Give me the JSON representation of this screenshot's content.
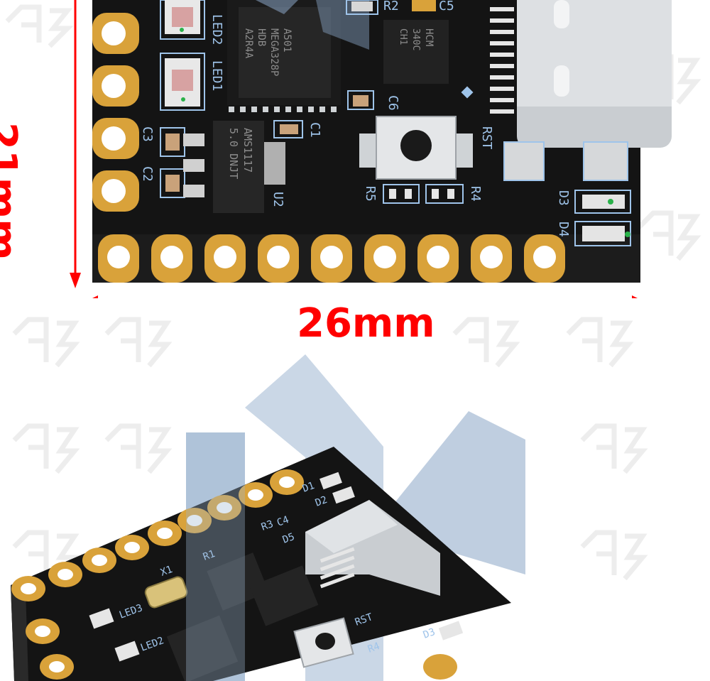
{
  "dimensions": {
    "width": "26mm",
    "height": "21mm"
  },
  "top_board": {
    "mcu_marking": [
      "A501",
      "MEGA328P",
      "HDB",
      "A2R4A"
    ],
    "usb_chip_marking": [
      "HCM",
      "340C",
      "CH1"
    ],
    "regulator_marking": [
      "AMS1117",
      "5.0 DNJT"
    ],
    "labels": {
      "led2": "LED2",
      "led1": "LED1",
      "r2": "R2",
      "c5": "C5",
      "c6": "C6",
      "c1": "C1",
      "c3": "C3",
      "c2": "C2",
      "u2": "U2",
      "rst": "RST",
      "r5": "R5",
      "r4": "R4",
      "d3": "D3",
      "d4": "D4"
    }
  },
  "bottom_board": {
    "labels": {
      "led3": "LED3",
      "led2": "LED2",
      "rst": "RST",
      "d1": "D1",
      "d2": "D2",
      "d3": "D3",
      "r3": "R3",
      "x1": "X1",
      "c4": "C4",
      "d5": "D5",
      "r4": "R4",
      "r1": "R1"
    }
  },
  "colors": {
    "pcb": "#141414",
    "pad_gold": "#d9a23a",
    "silkscreen": "#9fc4ea",
    "dimension_red": "#ff0000",
    "usb_metal": "#c9cdd1",
    "logo_blue": "#7f9fc2"
  }
}
